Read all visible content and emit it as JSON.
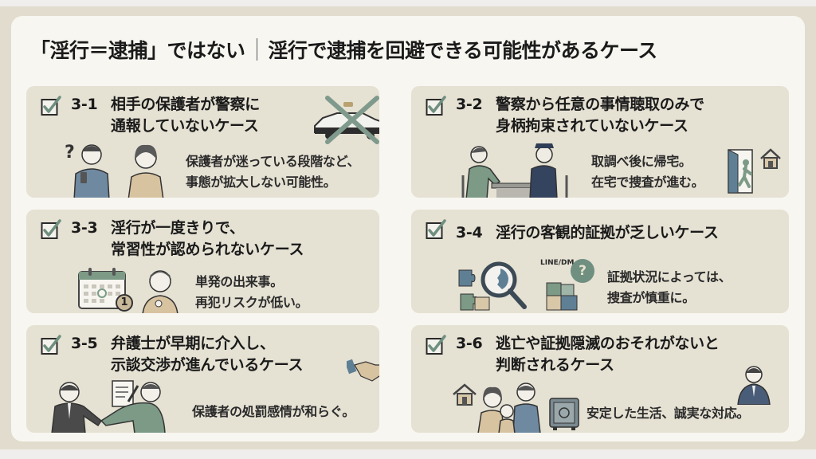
{
  "title": {
    "left": "「淫行＝逮捕」ではない",
    "right": "淫行で逮捕を回避できる可能性があるケース"
  },
  "colors": {
    "frame": "#e1dccd",
    "panel": "#f7f6f0",
    "card": "#e5e1d3",
    "check": "#6f8f80",
    "text": "#1a1a1a",
    "accent_green": "#7c9a86",
    "accent_blue": "#5f7f94",
    "accent_tan": "#c9b99a"
  },
  "cards": [
    {
      "number": "3-1",
      "heading_line1": "相手の保護者が警察に",
      "heading_line2": "通報していないケース",
      "desc_line1": "保護者が迷っている段階など、",
      "desc_line2": "事態が拡大しない可能性。",
      "icons": [
        "checkbox-icon",
        "crossed-police-car-icon",
        "confused-man-phone-icon",
        "worried-woman-icon"
      ]
    },
    {
      "number": "3-2",
      "heading_line1": "警察から任意の事情聴取のみで",
      "heading_line2": "身柄拘束されていないケース",
      "desc_line1": "取調べ後に帰宅。",
      "desc_line2": "在宅で捜査が進む。",
      "icons": [
        "checkbox-icon",
        "interview-table-icon",
        "door-exit-icon",
        "house-icon"
      ]
    },
    {
      "number": "3-3",
      "heading_line1": "淫行が一度きりで、",
      "heading_line2": "常習性が認められないケース",
      "desc_line1": "単発の出来事。",
      "desc_line2": "再犯リスクが低い。",
      "badge": "1",
      "icons": [
        "checkbox-icon",
        "calendar-icon",
        "thinking-man-icon"
      ]
    },
    {
      "number": "3-4",
      "heading_line1": "淫行の客観的証拠が乏しいケース",
      "heading_line2": "",
      "desc_line1": "証拠状況によっては、",
      "desc_line2": "捜査が慎重に。",
      "label": "LINE/DM",
      "bubble": "?",
      "icons": [
        "checkbox-icon",
        "magnifier-puzzle-icon",
        "puzzle-icon",
        "speech-bubble-icon"
      ]
    },
    {
      "number": "3-5",
      "heading_line1": "弁護士が早期に介入し、",
      "heading_line2": "示談交渉が進んでいるケース",
      "desc_line1": "保護者の処罰感情が和らぐ。",
      "desc_line2": "",
      "icons": [
        "checkbox-icon",
        "handshake-icon",
        "lawyer-handshake-icon",
        "document-pen-icon"
      ]
    },
    {
      "number": "3-6",
      "heading_line1": "逃亡や証拠隠滅のおそれがないと",
      "heading_line2": "判断されるケース",
      "desc_line1": "安定した生活、誠実な対応。",
      "desc_line2": "",
      "icons": [
        "checkbox-icon",
        "house-icon",
        "family-icon",
        "safe-icon",
        "businessman-icon"
      ]
    }
  ]
}
